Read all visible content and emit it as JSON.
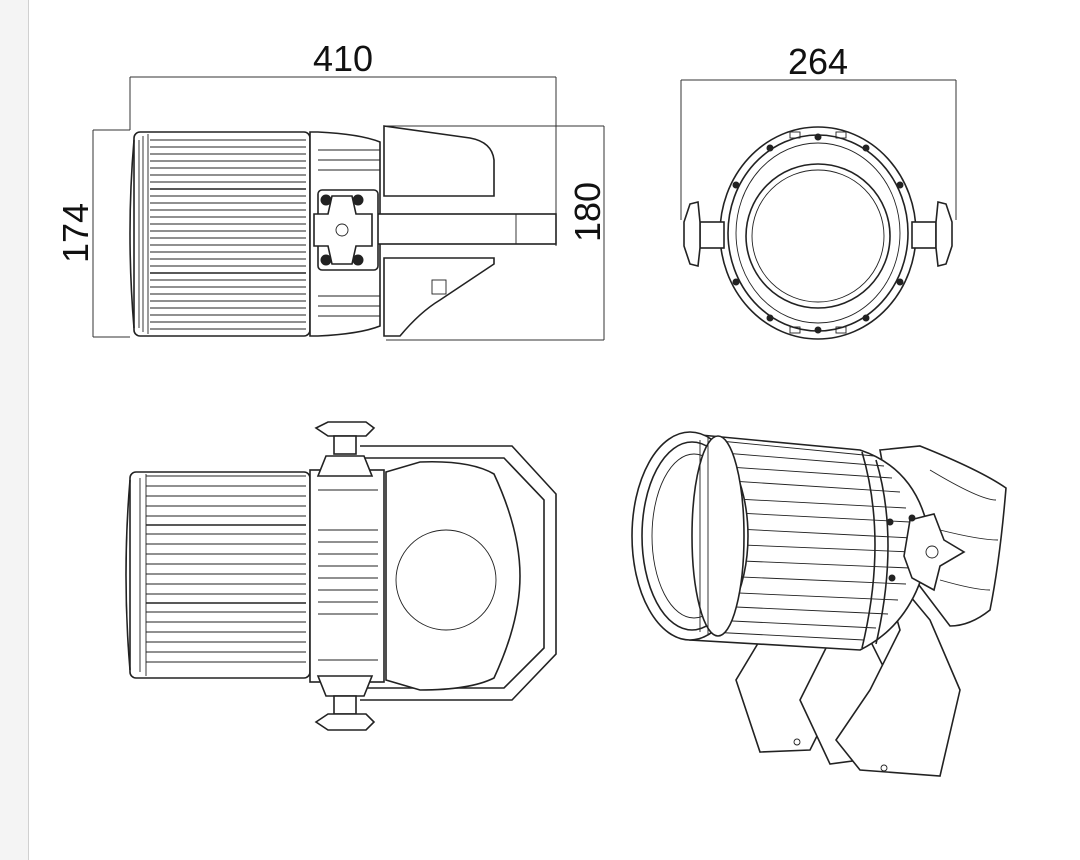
{
  "dimensions": {
    "length": "410",
    "height": "174",
    "depth": "180",
    "width": "264"
  },
  "views": [
    "side-view",
    "front-view",
    "top-view",
    "perspective-view"
  ],
  "colors": {
    "line": "#222222",
    "background": "#ffffff",
    "gutter": "#f4f4f4"
  }
}
